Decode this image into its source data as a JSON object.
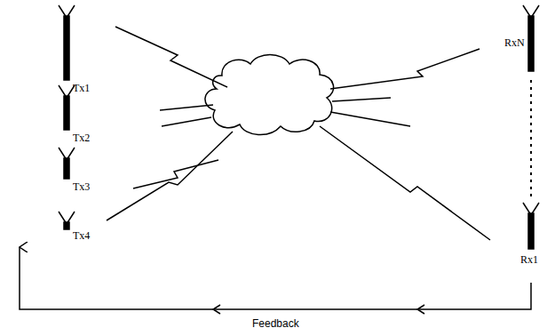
{
  "diagram": {
    "labels": [
      "Tx1",
      "Tx2",
      "Tx3",
      "Tx4",
      "RxN",
      "Rx1",
      "Feedback"
    ]
  }
}
